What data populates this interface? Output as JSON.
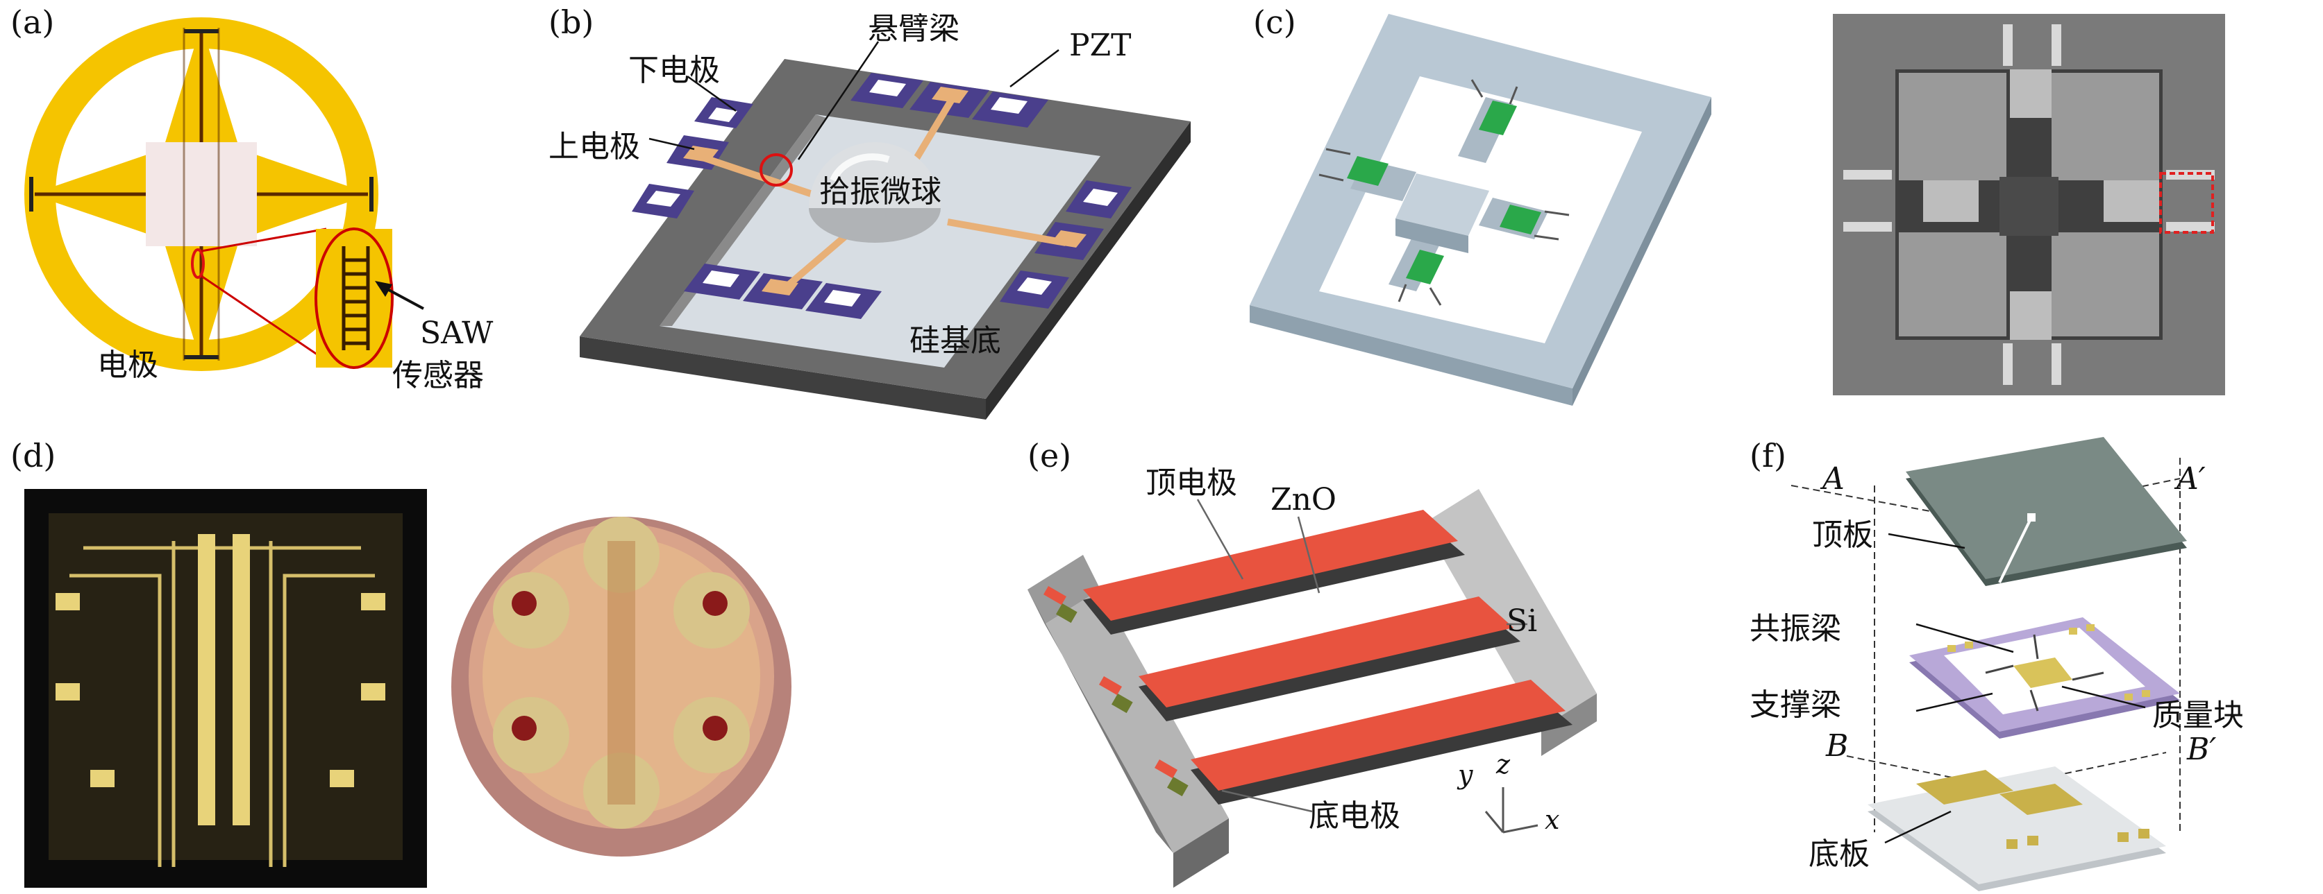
{
  "panels": {
    "a": {
      "label": "(a)",
      "electrode": "电极",
      "saw_line1": "SAW",
      "saw_line2": "传感器"
    },
    "b": {
      "label": "(b)",
      "cantilever": "悬臂梁",
      "pzt": "PZT",
      "lower_electrode": "下电极",
      "upper_electrode": "上电极",
      "pickup_ball": "拾振微球",
      "substrate": "硅基底"
    },
    "c": {
      "label": "(c)"
    },
    "d": {
      "label": "(d)"
    },
    "e": {
      "label": "(e)",
      "top_electrode": "顶电极",
      "zno": "ZnO",
      "si": "Si",
      "bottom_electrode": "底电极",
      "axis_y": "y",
      "axis_z": "z",
      "axis_x": "x"
    },
    "f": {
      "label": "(f)",
      "A": "A",
      "A_prime": "A′",
      "top_plate": "顶板",
      "resonant_beam": "共振梁",
      "proof_mass": "质量块",
      "support_beam": "支撑梁",
      "B": "B",
      "B_prime": "B′",
      "bottom_plate": "底板"
    }
  },
  "colors": {
    "gold": "#f5c400",
    "pzt_orange": "#e8b077",
    "purple": "#4a3f8c",
    "frame_gray": "#6b6b6b",
    "light_blue": "#b9c8d4",
    "green": "#2aa84a",
    "zno_red": "#e8533f",
    "lavender": "#b8a8d8"
  }
}
